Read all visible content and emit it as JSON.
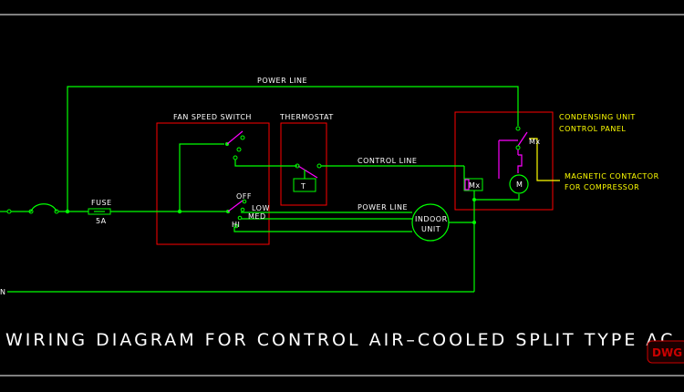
{
  "labels": {
    "power_line_top": "POWER LINE",
    "fan_speed_switch": "FAN SPEED SWITCH",
    "thermostat": "THERMOSTAT",
    "condensing_unit_1": "CONDENSING UNIT",
    "condensing_unit_2": "CONTROL PANEL",
    "mx_top": "Mx",
    "magnetic_contactor_1": "MAGNETIC CONTACTOR",
    "magnetic_contactor_2": "FOR COMPRESSOR",
    "control_line": "CONTROL LINE",
    "fuse": "FUSE",
    "fuse_rating": "5A",
    "off": "OFF",
    "low": "LOW",
    "med": "MED",
    "hi": "HI",
    "power_line_mid": "POWER LINE",
    "indoor_unit_1": "INDOOR",
    "indoor_unit_2": "UNIT",
    "thermostat_t": "T",
    "mx_coil": "Mx",
    "motor": "M",
    "neutral": "N"
  },
  "title": "WIRING DIAGRAM FOR CONTROL AIR–COOLED SPLIT TYPE AC UNIT",
  "watermark": "DWG",
  "colors": {
    "background": "#000000",
    "wire": "#00ff00",
    "panel_border": "#ff0000",
    "switch_contact": "#ff00ff",
    "callout": "#ffff00",
    "text": "#ffffff"
  }
}
